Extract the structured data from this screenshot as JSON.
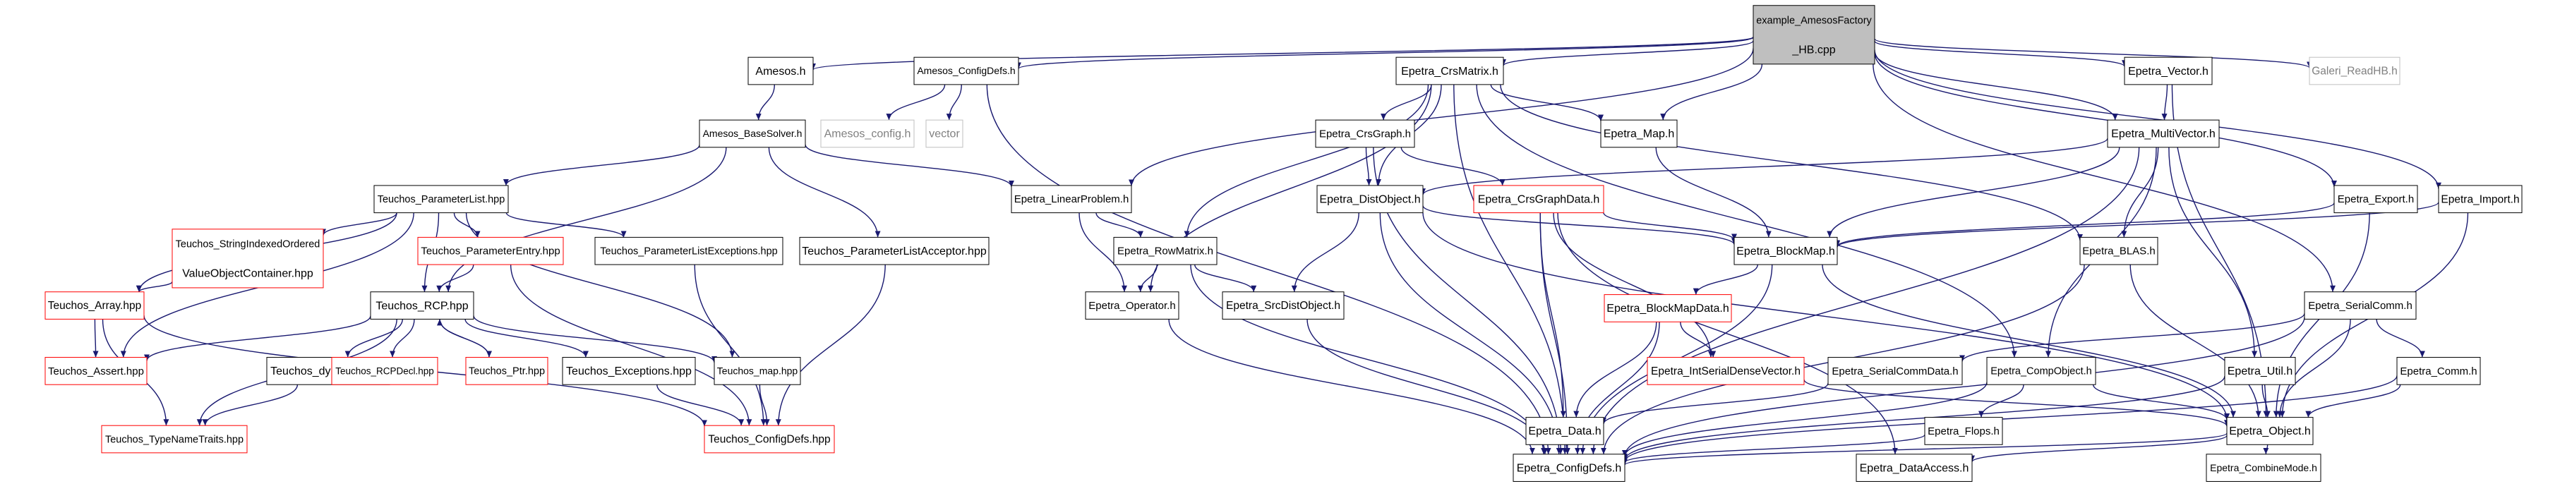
{
  "diagram": {
    "title": "example_AmesosFactory_HB.cpp include dependency graph",
    "colors": {
      "edge": "#191970",
      "root_fill": "#bfbfbf",
      "node_fill": "#ffffff",
      "node_border": "#000000",
      "external_border": "#bfbfbf",
      "external_text": "#808080",
      "incomplete_border": "#ff0000"
    },
    "nodes": [
      {
        "id": "root",
        "lines": [
          "example_AmesosFactory",
          "_HB.cpp"
        ],
        "kind": "root"
      },
      {
        "id": "amesos_h",
        "lines": [
          "Amesos.h"
        ],
        "kind": "normal"
      },
      {
        "id": "amesos_configdefs",
        "lines": [
          "Amesos_ConfigDefs.h"
        ],
        "kind": "normal"
      },
      {
        "id": "epetra_crsmatrix",
        "lines": [
          "Epetra_CrsMatrix.h"
        ],
        "kind": "normal"
      },
      {
        "id": "epetra_vector",
        "lines": [
          "Epetra_Vector.h"
        ],
        "kind": "normal"
      },
      {
        "id": "galeri_readhb",
        "lines": [
          "Galeri_ReadHB.h"
        ],
        "kind": "external"
      },
      {
        "id": "amesos_basesolver",
        "lines": [
          "Amesos_BaseSolver.h"
        ],
        "kind": "normal"
      },
      {
        "id": "amesos_config",
        "lines": [
          "Amesos_config.h"
        ],
        "kind": "external"
      },
      {
        "id": "vector",
        "lines": [
          "vector"
        ],
        "kind": "external"
      },
      {
        "id": "epetra_crsgraph",
        "lines": [
          "Epetra_CrsGraph.h"
        ],
        "kind": "normal"
      },
      {
        "id": "epetra_map",
        "lines": [
          "Epetra_Map.h"
        ],
        "kind": "normal"
      },
      {
        "id": "epetra_multivector",
        "lines": [
          "Epetra_MultiVector.h"
        ],
        "kind": "normal"
      },
      {
        "id": "teuchos_parameterlist",
        "lines": [
          "Teuchos_ParameterList.hpp"
        ],
        "kind": "normal"
      },
      {
        "id": "epetra_linearproblem",
        "lines": [
          "Epetra_LinearProblem.h"
        ],
        "kind": "normal"
      },
      {
        "id": "epetra_distobject",
        "lines": [
          "Epetra_DistObject.h"
        ],
        "kind": "normal"
      },
      {
        "id": "epetra_crsgraphdata",
        "lines": [
          "Epetra_CrsGraphData.h"
        ],
        "kind": "incomplete"
      },
      {
        "id": "epetra_export",
        "lines": [
          "Epetra_Export.h"
        ],
        "kind": "normal"
      },
      {
        "id": "epetra_import",
        "lines": [
          "Epetra_Import.h"
        ],
        "kind": "normal"
      },
      {
        "id": "teuchos_stringindexed",
        "lines": [
          "Teuchos_StringIndexedOrdered",
          "ValueObjectContainer.hpp"
        ],
        "kind": "incomplete"
      },
      {
        "id": "teuchos_parameterentry",
        "lines": [
          "Teuchos_ParameterEntry.hpp"
        ],
        "kind": "incomplete"
      },
      {
        "id": "teuchos_parameterlistexceptions",
        "lines": [
          "Teuchos_ParameterListExceptions.hpp"
        ],
        "kind": "normal"
      },
      {
        "id": "teuchos_parameterlistacceptor",
        "lines": [
          "Teuchos_ParameterListAcceptor.hpp"
        ],
        "kind": "normal"
      },
      {
        "id": "epetra_rowmatrix",
        "lines": [
          "Epetra_RowMatrix.h"
        ],
        "kind": "normal"
      },
      {
        "id": "epetra_blockmap",
        "lines": [
          "Epetra_BlockMap.h"
        ],
        "kind": "normal"
      },
      {
        "id": "epetra_blas",
        "lines": [
          "Epetra_BLAS.h"
        ],
        "kind": "normal"
      },
      {
        "id": "teuchos_array",
        "lines": [
          "Teuchos_Array.hpp"
        ],
        "kind": "incomplete"
      },
      {
        "id": "teuchos_rcp",
        "lines": [
          "Teuchos_RCP.hpp"
        ],
        "kind": "normal"
      },
      {
        "id": "epetra_operator",
        "lines": [
          "Epetra_Operator.h"
        ],
        "kind": "normal"
      },
      {
        "id": "epetra_srcdistobject",
        "lines": [
          "Epetra_SrcDistObject.h"
        ],
        "kind": "normal"
      },
      {
        "id": "epetra_serialcomm",
        "lines": [
          "Epetra_SerialComm.h"
        ],
        "kind": "normal"
      },
      {
        "id": "epetra_blockmapdata",
        "lines": [
          "Epetra_BlockMapData.h"
        ],
        "kind": "incomplete"
      },
      {
        "id": "teuchos_assert",
        "lines": [
          "Teuchos_Assert.hpp"
        ],
        "kind": "incomplete"
      },
      {
        "id": "teuchos_dyn_cast",
        "lines": [
          "Teuchos_dyn_cast.hpp"
        ],
        "kind": "normal"
      },
      {
        "id": "teuchos_rcpdecl",
        "lines": [
          "Teuchos_RCPDecl.hpp"
        ],
        "kind": "incomplete"
      },
      {
        "id": "teuchos_ptr",
        "lines": [
          "Teuchos_Ptr.hpp"
        ],
        "kind": "incomplete"
      },
      {
        "id": "teuchos_exceptions",
        "lines": [
          "Teuchos_Exceptions.hpp"
        ],
        "kind": "normal"
      },
      {
        "id": "teuchos_map",
        "lines": [
          "Teuchos_map.hpp"
        ],
        "kind": "normal"
      },
      {
        "id": "epetra_intserialdensevector",
        "lines": [
          "Epetra_IntSerialDenseVector.h"
        ],
        "kind": "incomplete"
      },
      {
        "id": "epetra_serialcommdata",
        "lines": [
          "Epetra_SerialCommData.h"
        ],
        "kind": "normal"
      },
      {
        "id": "epetra_compobject",
        "lines": [
          "Epetra_CompObject.h"
        ],
        "kind": "normal"
      },
      {
        "id": "epetra_util",
        "lines": [
          "Epetra_Util.h"
        ],
        "kind": "normal"
      },
      {
        "id": "epetra_comm",
        "lines": [
          "Epetra_Comm.h"
        ],
        "kind": "normal"
      },
      {
        "id": "teuchos_typenametraits",
        "lines": [
          "Teuchos_TypeNameTraits.hpp"
        ],
        "kind": "incomplete"
      },
      {
        "id": "teuchos_configdefs",
        "lines": [
          "Teuchos_ConfigDefs.hpp"
        ],
        "kind": "incomplete"
      },
      {
        "id": "epetra_data",
        "lines": [
          "Epetra_Data.h"
        ],
        "kind": "normal"
      },
      {
        "id": "epetra_flops",
        "lines": [
          "Epetra_Flops.h"
        ],
        "kind": "normal"
      },
      {
        "id": "epetra_object",
        "lines": [
          "Epetra_Object.h"
        ],
        "kind": "normal"
      },
      {
        "id": "epetra_configdefs",
        "lines": [
          "Epetra_ConfigDefs.h"
        ],
        "kind": "normal"
      },
      {
        "id": "epetra_dataaccess",
        "lines": [
          "Epetra_DataAccess.h"
        ],
        "kind": "normal"
      },
      {
        "id": "epetra_combinemode",
        "lines": [
          "Epetra_CombineMode.h"
        ],
        "kind": "normal"
      }
    ],
    "edges": [
      [
        "root",
        "amesos_h"
      ],
      [
        "root",
        "amesos_configdefs"
      ],
      [
        "root",
        "epetra_crsmatrix"
      ],
      [
        "root",
        "epetra_vector"
      ],
      [
        "root",
        "galeri_readhb"
      ],
      [
        "root",
        "epetra_linearproblem"
      ],
      [
        "root",
        "epetra_map"
      ],
      [
        "root",
        "epetra_multivector"
      ],
      [
        "root",
        "epetra_export"
      ],
      [
        "root",
        "epetra_import"
      ],
      [
        "root",
        "epetra_serialcomm"
      ],
      [
        "amesos_h",
        "amesos_basesolver"
      ],
      [
        "amesos_configdefs",
        "amesos_config"
      ],
      [
        "amesos_configdefs",
        "vector"
      ],
      [
        "amesos_configdefs",
        "epetra_configdefs"
      ],
      [
        "amesos_basesolver",
        "teuchos_parameterlist"
      ],
      [
        "amesos_basesolver",
        "epetra_linearproblem"
      ],
      [
        "amesos_basesolver",
        "teuchos_parameterlistacceptor"
      ],
      [
        "amesos_basesolver",
        "teuchos_rcp"
      ],
      [
        "teuchos_parameterlist",
        "teuchos_stringindexed"
      ],
      [
        "teuchos_parameterlist",
        "teuchos_parameterentry"
      ],
      [
        "teuchos_parameterlist",
        "teuchos_parameterlistexceptions"
      ],
      [
        "teuchos_parameterlist",
        "teuchos_array"
      ],
      [
        "teuchos_parameterlist",
        "teuchos_rcp"
      ],
      [
        "teuchos_parameterlist",
        "teuchos_assert"
      ],
      [
        "teuchos_parameterlist",
        "teuchos_map"
      ],
      [
        "teuchos_stringindexed",
        "teuchos_array"
      ],
      [
        "teuchos_parameterentry",
        "teuchos_rcp"
      ],
      [
        "teuchos_parameterentry",
        "teuchos_configdefs"
      ],
      [
        "teuchos_parameterlistexceptions",
        "teuchos_configdefs"
      ],
      [
        "teuchos_parameterlistacceptor",
        "teuchos_configdefs"
      ],
      [
        "teuchos_array",
        "teuchos_assert"
      ],
      [
        "teuchos_array",
        "teuchos_typenametraits"
      ],
      [
        "teuchos_array",
        "teuchos_configdefs"
      ],
      [
        "teuchos_rcp",
        "teuchos_assert"
      ],
      [
        "teuchos_rcp",
        "teuchos_dyn_cast"
      ],
      [
        "teuchos_rcp",
        "teuchos_rcpdecl"
      ],
      [
        "teuchos_rcp",
        "teuchos_ptr"
      ],
      [
        "teuchos_rcp",
        "teuchos_exceptions"
      ],
      [
        "teuchos_rcp",
        "teuchos_map"
      ],
      [
        "teuchos_rcp",
        "teuchos_typenametraits"
      ],
      [
        "teuchos_ptr",
        "teuchos_rcp"
      ],
      [
        "teuchos_dyn_cast",
        "teuchos_typenametraits"
      ],
      [
        "teuchos_exceptions",
        "teuchos_configdefs"
      ],
      [
        "teuchos_map",
        "teuchos_configdefs"
      ],
      [
        "epetra_crsmatrix",
        "epetra_crsgraph"
      ],
      [
        "epetra_crsmatrix",
        "epetra_map"
      ],
      [
        "epetra_crsmatrix",
        "epetra_distobject"
      ],
      [
        "epetra_crsmatrix",
        "epetra_rowmatrix"
      ],
      [
        "epetra_crsmatrix",
        "epetra_operator"
      ],
      [
        "epetra_crsmatrix",
        "epetra_blas"
      ],
      [
        "epetra_crsmatrix",
        "epetra_compobject"
      ],
      [
        "epetra_crsmatrix",
        "epetra_configdefs"
      ],
      [
        "epetra_crsgraph",
        "epetra_distobject"
      ],
      [
        "epetra_crsgraph",
        "epetra_crsgraphdata"
      ],
      [
        "epetra_crsgraph",
        "epetra_configdefs"
      ],
      [
        "epetra_map",
        "epetra_blockmap"
      ],
      [
        "epetra_vector",
        "epetra_multivector"
      ],
      [
        "epetra_vector",
        "epetra_object"
      ],
      [
        "epetra_multivector",
        "epetra_distobject"
      ],
      [
        "epetra_multivector",
        "epetra_blas"
      ],
      [
        "epetra_multivector",
        "epetra_compobject"
      ],
      [
        "epetra_multivector",
        "epetra_util"
      ],
      [
        "epetra_multivector",
        "epetra_blockmap"
      ],
      [
        "epetra_multivector",
        "epetra_configdefs"
      ],
      [
        "epetra_linearproblem",
        "epetra_rowmatrix"
      ],
      [
        "epetra_linearproblem",
        "epetra_operator"
      ],
      [
        "epetra_distobject",
        "epetra_srcdistobject"
      ],
      [
        "epetra_distobject",
        "epetra_blockmap"
      ],
      [
        "epetra_distobject",
        "epetra_object"
      ],
      [
        "epetra_distobject",
        "epetra_configdefs"
      ],
      [
        "epetra_crsgraphdata",
        "epetra_blockmap"
      ],
      [
        "epetra_crsgraphdata",
        "epetra_data"
      ],
      [
        "epetra_crsgraphdata",
        "epetra_intserialdensevector"
      ],
      [
        "epetra_crsgraphdata",
        "epetra_configdefs"
      ],
      [
        "epetra_crsgraphdata",
        "epetra_dataaccess"
      ],
      [
        "epetra_export",
        "epetra_blockmap"
      ],
      [
        "epetra_export",
        "epetra_object"
      ],
      [
        "epetra_import",
        "epetra_blockmap"
      ],
      [
        "epetra_import",
        "epetra_object"
      ],
      [
        "epetra_rowmatrix",
        "epetra_operator"
      ],
      [
        "epetra_rowmatrix",
        "epetra_srcdistobject"
      ],
      [
        "epetra_rowmatrix",
        "epetra_configdefs"
      ],
      [
        "epetra_blockmap",
        "epetra_blockmapdata"
      ],
      [
        "epetra_blockmap",
        "epetra_object"
      ],
      [
        "epetra_blockmap",
        "epetra_configdefs"
      ],
      [
        "epetra_blas",
        "epetra_object"
      ],
      [
        "epetra_blas",
        "epetra_configdefs"
      ],
      [
        "epetra_operator",
        "epetra_configdefs"
      ],
      [
        "epetra_srcdistobject",
        "epetra_configdefs"
      ],
      [
        "epetra_blockmapdata",
        "epetra_data"
      ],
      [
        "epetra_blockmapdata",
        "epetra_intserialdensevector"
      ],
      [
        "epetra_blockmapdata",
        "epetra_configdefs"
      ],
      [
        "epetra_intserialdensevector",
        "epetra_object"
      ],
      [
        "epetra_serialcomm",
        "epetra_serialcommdata"
      ],
      [
        "epetra_serialcomm",
        "epetra_comm"
      ],
      [
        "epetra_serialcomm",
        "epetra_object"
      ],
      [
        "epetra_serialcomm",
        "epetra_configdefs"
      ],
      [
        "epetra_serialcommdata",
        "epetra_data"
      ],
      [
        "epetra_compobject",
        "epetra_flops"
      ],
      [
        "epetra_compobject",
        "epetra_object"
      ],
      [
        "epetra_compobject",
        "epetra_configdefs"
      ],
      [
        "epetra_util",
        "epetra_object"
      ],
      [
        "epetra_util",
        "epetra_configdefs"
      ],
      [
        "epetra_comm",
        "epetra_object"
      ],
      [
        "epetra_comm",
        "epetra_configdefs"
      ],
      [
        "epetra_data",
        "epetra_configdefs"
      ],
      [
        "epetra_flops",
        "epetra_configdefs"
      ],
      [
        "epetra_object",
        "epetra_configdefs"
      ],
      [
        "epetra_object",
        "epetra_dataaccess"
      ],
      [
        "epetra_object",
        "epetra_combinemode"
      ]
    ]
  }
}
